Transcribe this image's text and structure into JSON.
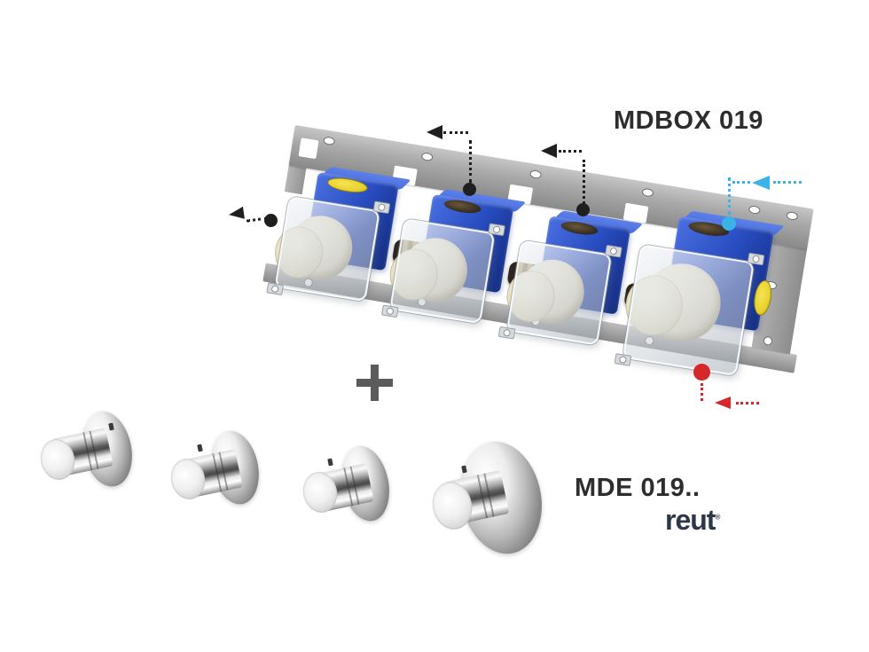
{
  "header": {
    "product_code": "MDBOX 019"
  },
  "trim": {
    "product_code": "MDE 019..",
    "brand": "reut",
    "brand_mark": "®"
  },
  "separator": {
    "plus": "+"
  },
  "colors": {
    "box_blue": "#2b50c4",
    "box_blue_dark": "#16307f",
    "box_blue_light": "#4a6fe0",
    "rail_gray": "#a9a9a9",
    "rail_gray_dark": "#8a8a8a",
    "plaster_cream": "#eae3cb",
    "plate_gray": "#d9dcdf",
    "label_yellow": "#e8d22f",
    "arrow_black": "#1f1f1f",
    "arrow_cyan": "#3ab3e9",
    "arrow_red": "#d62828",
    "text_dark": "#2d2d2d",
    "brand_navy": "#2c3748",
    "plus_gray": "#5b5b5b",
    "connector_dark": "#2e2620",
    "connector_brass": "#a8894e"
  },
  "diagram": {
    "mounting_rail": {
      "valve_box_count": 4
    },
    "valve_boxes": [
      {
        "name": "valve-box-1",
        "top_label_color": "yellow",
        "size": "standard"
      },
      {
        "name": "valve-box-2",
        "top_label_color": "dark",
        "size": "standard"
      },
      {
        "name": "valve-box-3",
        "top_label_color": "dark",
        "size": "standard"
      },
      {
        "name": "valve-box-4",
        "top_label_color": "dark",
        "side_label_color": "yellow",
        "size": "large"
      }
    ],
    "flow_arrows": [
      {
        "name": "flow-arrow-1",
        "color": "black",
        "direction": "left"
      },
      {
        "name": "flow-arrow-2",
        "color": "black",
        "direction": "left"
      },
      {
        "name": "flow-arrow-3",
        "color": "black",
        "direction": "left"
      },
      {
        "name": "flow-arrow-4",
        "color": "cyan",
        "direction": "left"
      },
      {
        "name": "flow-arrow-5",
        "color": "red",
        "direction": "left"
      }
    ],
    "handles": [
      {
        "name": "handle-1",
        "size": "small"
      },
      {
        "name": "handle-2",
        "size": "small"
      },
      {
        "name": "handle-3",
        "size": "small"
      },
      {
        "name": "handle-4",
        "size": "large"
      }
    ]
  }
}
